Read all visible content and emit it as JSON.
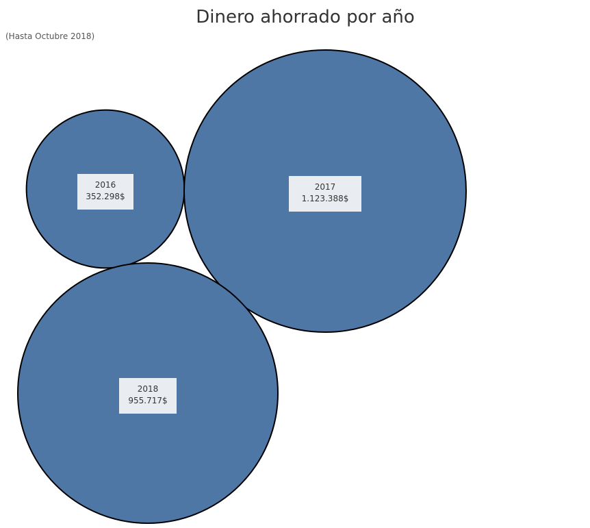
{
  "chart_data": {
    "type": "bubble",
    "title": "Dinero ahorrado por año",
    "subtitle": "(Hasta Octubre 2018)",
    "bubbles": [
      {
        "year": "2016",
        "value": 352298,
        "label": "352.298$"
      },
      {
        "year": "2017",
        "value": 1123388,
        "label": "1.123.388$"
      },
      {
        "year": "2018",
        "value": 955717,
        "label": "955.717$"
      }
    ],
    "color": "#4e77a6",
    "outline": "#000000"
  }
}
